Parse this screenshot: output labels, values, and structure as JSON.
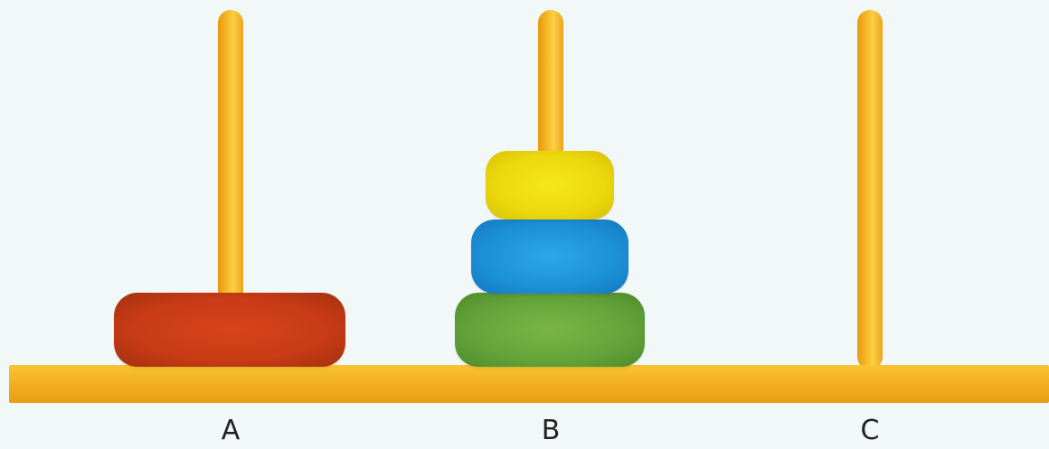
{
  "pegs": [
    {
      "label": "A",
      "disks": [
        "red"
      ]
    },
    {
      "label": "B",
      "disks": [
        "green",
        "blue",
        "yellow"
      ]
    },
    {
      "label": "C",
      "disks": []
    }
  ],
  "colors": {
    "background": "#f2f7f7",
    "peg": "#f2ad1d",
    "red_disk": "#c73b16",
    "green_disk": "#64a33a",
    "blue_disk": "#1c90d8",
    "yellow_disk": "#ecd80c",
    "label_text": "#222222"
  }
}
